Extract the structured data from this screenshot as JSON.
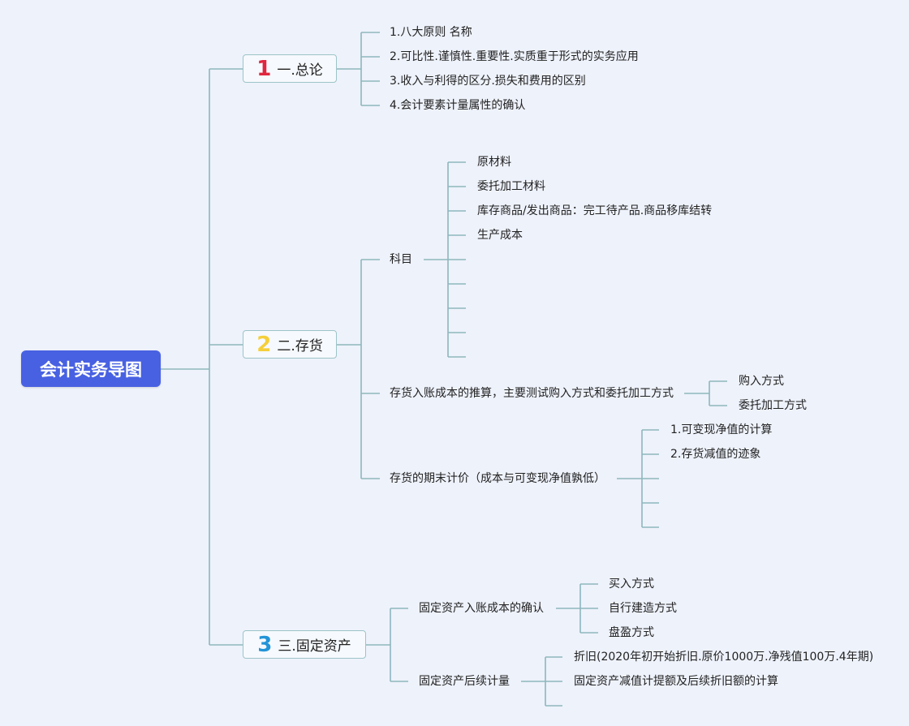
{
  "root": {
    "label": "会计实务导图"
  },
  "colors": {
    "root_bg": "#4861e2",
    "line": "#8db7bd",
    "badge1": "#e0263f",
    "badge2": "#f5cf3a",
    "badge3": "#2494d7"
  },
  "b1": {
    "number": "1",
    "label": "一.总论",
    "items": [
      "1.八大原则 名称",
      "2.可比性.谨慎性.重要性.实质重于形式的实务应用",
      "3.收入与利得的区分.损失和费用的区别",
      "4.会计要素计量属性的确认"
    ]
  },
  "b2": {
    "number": "2",
    "label": "二.存货",
    "subject": {
      "label": "科目",
      "items": [
        "原材料",
        "委托加工材料",
        "库存商品/发出商品：完工待产品.商品移库结转",
        "生产成本"
      ]
    },
    "cost": {
      "label": "存货入账成本的推算，主要测试购入方式和委托加工方式",
      "items": [
        "购入方式",
        "委托加工方式"
      ]
    },
    "valuation": {
      "label": "存货的期末计价（成本与可变现净值孰低）",
      "items": [
        "1.可变现净值的计算",
        "2.存货减值的迹象"
      ]
    }
  },
  "b3": {
    "number": "3",
    "label": "三.固定资产",
    "entry": {
      "label": "固定资产入账成本的确认",
      "items": [
        "买入方式",
        "自行建造方式",
        "盘盈方式"
      ]
    },
    "later": {
      "label": "固定资产后续计量",
      "items": [
        "折旧(2020年初开始折旧.原价1000万.净残值100万.4年期)",
        "固定资产减值计提额及后续折旧额的计算"
      ]
    }
  }
}
